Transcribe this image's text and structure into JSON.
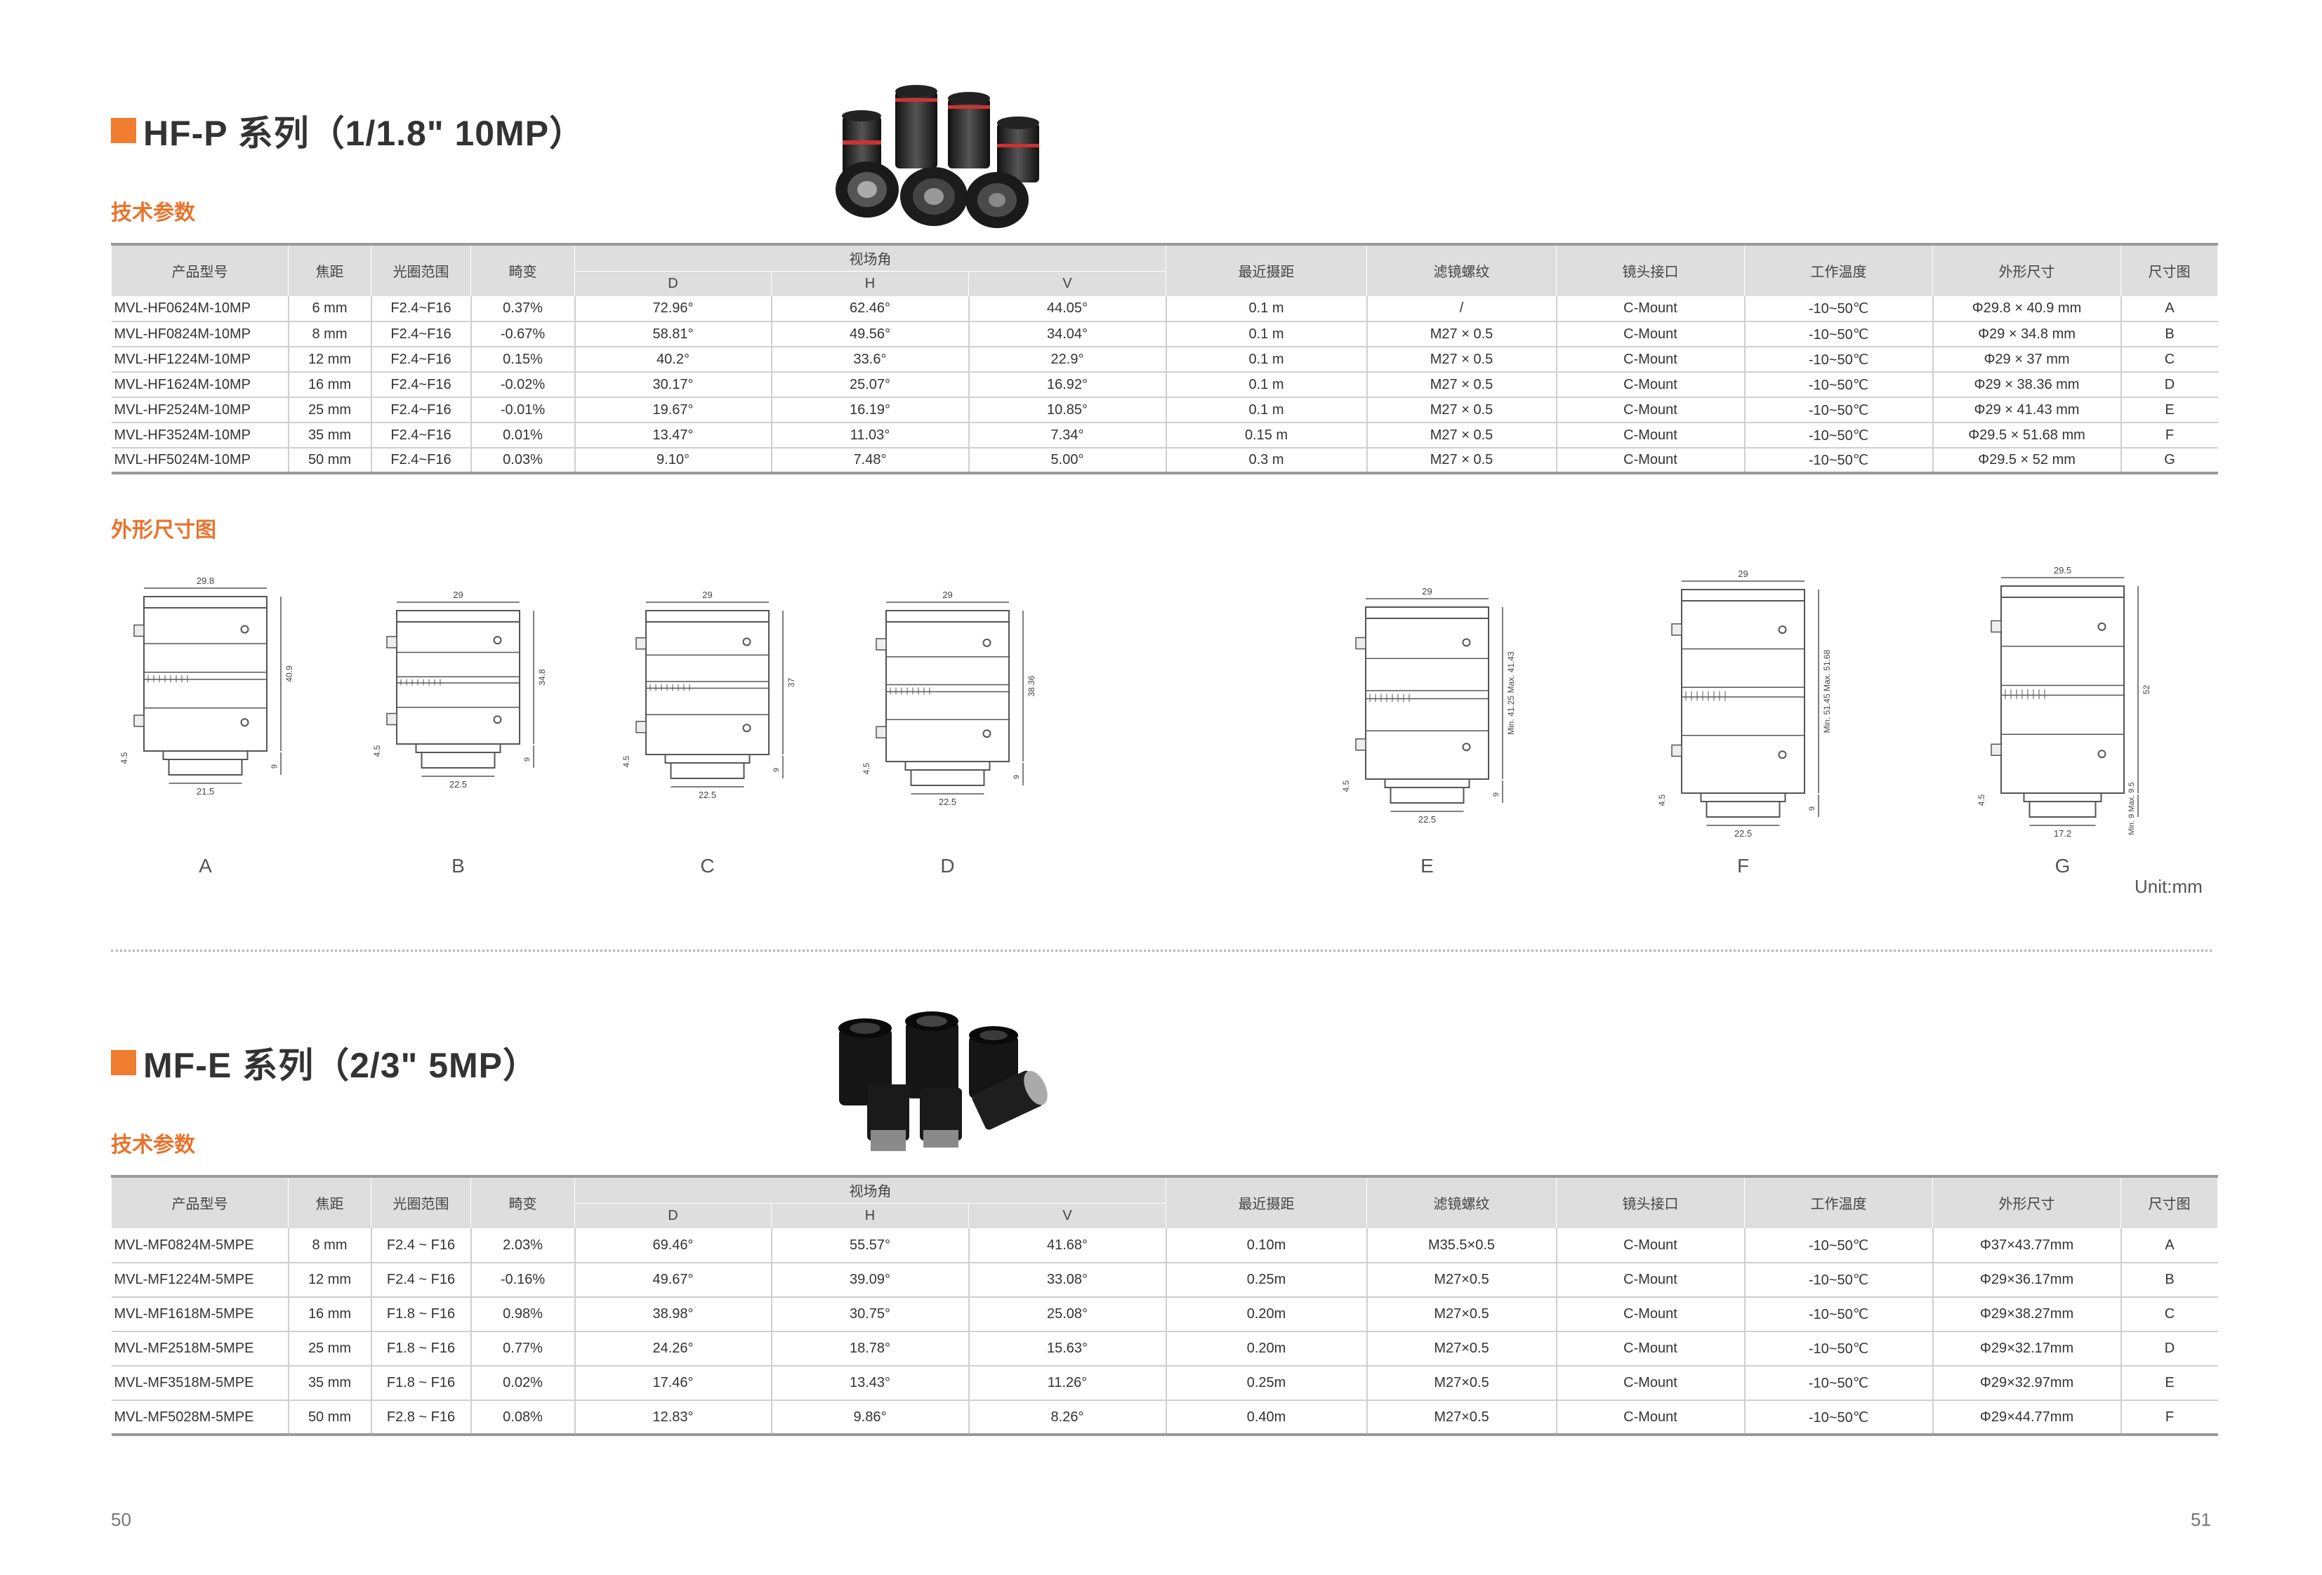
{
  "hfp": {
    "title": "HF-P 系列（1/1.8\" 10MP）",
    "spec_label": "技术参数",
    "dim_label": "外形尺寸图",
    "headers": {
      "model": "产品型号",
      "focal": "焦距",
      "aperture": "光圈范围",
      "distortion": "畸变",
      "fov": "视场角",
      "d": "D",
      "h": "H",
      "v": "V",
      "mod": "最近摄距",
      "filter": "滤镜螺纹",
      "mount": "镜头接口",
      "temp": "工作温度",
      "size": "外形尺寸",
      "drawing": "尺寸图"
    },
    "rows": [
      [
        "MVL-HF0624M-10MP",
        "6 mm",
        "F2.4~F16",
        "0.37%",
        "72.96°",
        "62.46°",
        "44.05°",
        "0.1 m",
        "/",
        "C-Mount",
        "-10~50℃",
        "Φ29.8 × 40.9 mm",
        "A"
      ],
      [
        "MVL-HF0824M-10MP",
        "8 mm",
        "F2.4~F16",
        "-0.67%",
        "58.81°",
        "49.56°",
        "34.04°",
        "0.1 m",
        "M27 × 0.5",
        "C-Mount",
        "-10~50℃",
        "Φ29 × 34.8 mm",
        "B"
      ],
      [
        "MVL-HF1224M-10MP",
        "12 mm",
        "F2.4~F16",
        "0.15%",
        "40.2°",
        "33.6°",
        "22.9°",
        "0.1 m",
        "M27 × 0.5",
        "C-Mount",
        "-10~50℃",
        "Φ29 × 37 mm",
        "C"
      ],
      [
        "MVL-HF1624M-10MP",
        "16 mm",
        "F2.4~F16",
        "-0.02%",
        "30.17°",
        "25.07°",
        "16.92°",
        "0.1 m",
        "M27 × 0.5",
        "C-Mount",
        "-10~50℃",
        "Φ29 × 38.36 mm",
        "D"
      ],
      [
        "MVL-HF2524M-10MP",
        "25 mm",
        "F2.4~F16",
        "-0.01%",
        "19.67°",
        "16.19°",
        "10.85°",
        "0.1 m",
        "M27 × 0.5",
        "C-Mount",
        "-10~50℃",
        "Φ29 × 41.43 mm",
        "E"
      ],
      [
        "MVL-HF3524M-10MP",
        "35 mm",
        "F2.4~F16",
        "0.01%",
        "13.47°",
        "11.03°",
        "7.34°",
        "0.15 m",
        "M27 × 0.5",
        "C-Mount",
        "-10~50℃",
        "Φ29.5 × 51.68 mm",
        "F"
      ],
      [
        "MVL-HF5024M-10MP",
        "50 mm",
        "F2.4~F16",
        "0.03%",
        "9.10°",
        "7.48°",
        "5.00°",
        "0.3 m",
        "M27 × 0.5",
        "C-Mount",
        "-10~50℃",
        "Φ29.5 × 52 mm",
        "G"
      ]
    ],
    "drawings": [
      {
        "letter": "A",
        "top": "29.8",
        "height": "40.9",
        "bottom": "21.5",
        "side": "9",
        "left": "4.5"
      },
      {
        "letter": "B",
        "top": "29",
        "height": "34.8",
        "bottom": "22.5",
        "side": "9",
        "left": "4.5"
      },
      {
        "letter": "C",
        "top": "29",
        "height": "37",
        "bottom": "22.5",
        "side": "9",
        "left": "4.5"
      },
      {
        "letter": "D",
        "top": "29",
        "height": "38.36",
        "bottom": "22.5",
        "side": "9",
        "left": "4.5"
      },
      {
        "letter": "E",
        "top": "29",
        "height": "Min. 41.25 Max. 41.43",
        "bottom": "22.5",
        "side": "9",
        "left": "4.5"
      },
      {
        "letter": "F",
        "top": "29",
        "height": "Min. 51.45 Max. 51.68",
        "bottom": "22.5",
        "side": "9",
        "left": "4.5"
      },
      {
        "letter": "G",
        "top": "29.5",
        "height": "52",
        "bottom": "17.2",
        "side": "Min. 9 Max. 9.5",
        "left": "4.5"
      }
    ],
    "unit": "Unit:mm"
  },
  "mfe": {
    "title": "MF-E 系列（2/3\" 5MP）",
    "spec_label": "技术参数",
    "headers": {
      "model": "产品型号",
      "focal": "焦距",
      "aperture": "光圈范围",
      "distortion": "畸变",
      "fov": "视场角",
      "d": "D",
      "h": "H",
      "v": "V",
      "mod": "最近摄距",
      "filter": "滤镜螺纹",
      "mount": "镜头接口",
      "temp": "工作温度",
      "size": "外形尺寸",
      "drawing": "尺寸图"
    },
    "rows": [
      [
        "MVL-MF0824M-5MPE",
        "8 mm",
        "F2.4 ~ F16",
        "2.03%",
        "69.46°",
        "55.57°",
        "41.68°",
        "0.10m",
        "M35.5×0.5",
        "C-Mount",
        "-10~50℃",
        "Φ37×43.77mm",
        "A"
      ],
      [
        "MVL-MF1224M-5MPE",
        "12 mm",
        "F2.4 ~ F16",
        "-0.16%",
        "49.67°",
        "39.09°",
        "33.08°",
        "0.25m",
        "M27×0.5",
        "C-Mount",
        "-10~50℃",
        "Φ29×36.17mm",
        "B"
      ],
      [
        "MVL-MF1618M-5MPE",
        "16 mm",
        "F1.8 ~ F16",
        "0.98%",
        "38.98°",
        "30.75°",
        "25.08°",
        "0.20m",
        "M27×0.5",
        "C-Mount",
        "-10~50℃",
        "Φ29×38.27mm",
        "C"
      ],
      [
        "MVL-MF2518M-5MPE",
        "25 mm",
        "F1.8 ~ F16",
        "0.77%",
        "24.26°",
        "18.78°",
        "15.63°",
        "0.20m",
        "M27×0.5",
        "C-Mount",
        "-10~50℃",
        "Φ29×32.17mm",
        "D"
      ],
      [
        "MVL-MF3518M-5MPE",
        "35 mm",
        "F1.8 ~ F16",
        "0.02%",
        "17.46°",
        "13.43°",
        "11.26°",
        "0.25m",
        "M27×0.5",
        "C-Mount",
        "-10~50℃",
        "Φ29×32.97mm",
        "E"
      ],
      [
        "MVL-MF5028M-5MPE",
        "50 mm",
        "F2.8 ~ F16",
        "0.08%",
        "12.83°",
        "9.86°",
        "8.26°",
        "0.40m",
        "M27×0.5",
        "C-Mount",
        "-10~50℃",
        "Φ29×44.77mm",
        "F"
      ]
    ]
  },
  "page": {
    "left": "50",
    "right": "51"
  }
}
